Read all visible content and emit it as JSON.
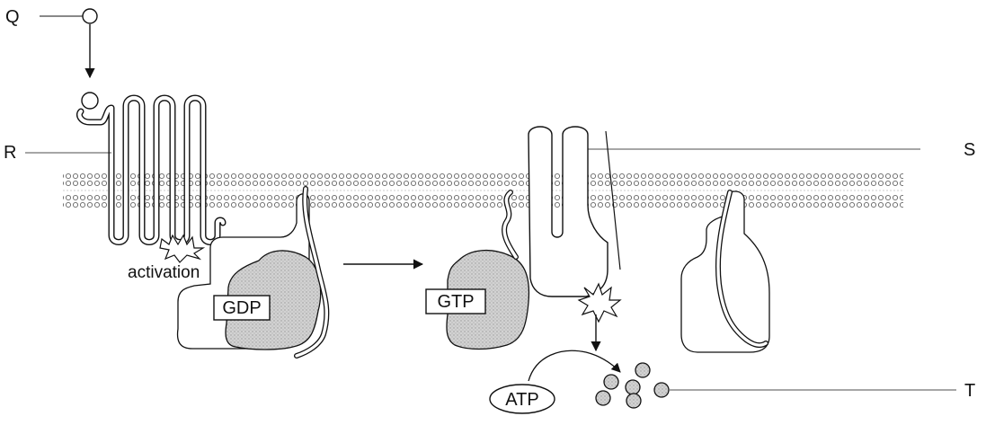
{
  "labels": {
    "Q": "Q",
    "R": "R",
    "S": "S",
    "T": "T"
  },
  "annotations": {
    "activation": "activation",
    "gdp": "GDP",
    "gtp": "GTP",
    "atp": "ATP"
  },
  "colors": {
    "line": "#111111",
    "protein_fill": "#c9c9c9",
    "small_molecule_fill": "#a6a6a6",
    "membrane": "#555555"
  }
}
